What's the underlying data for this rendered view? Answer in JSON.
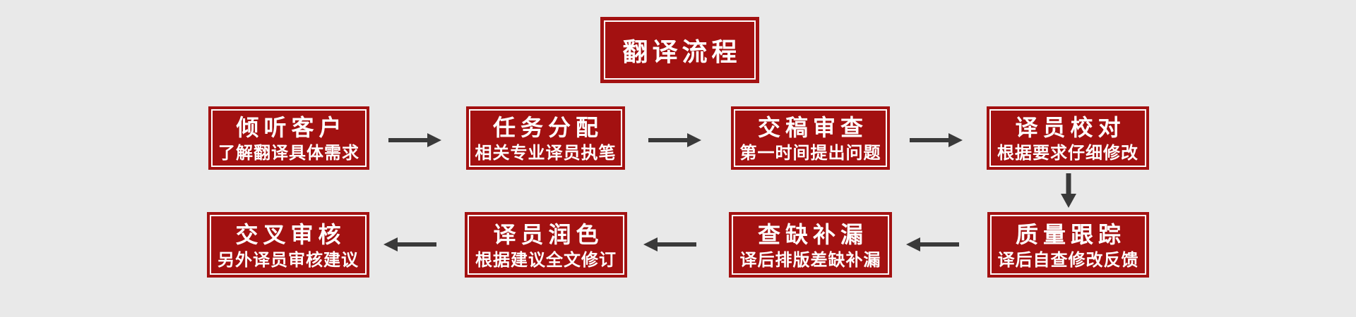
{
  "title": "翻译流程",
  "colors": {
    "box_red": "#a31111",
    "background": "#e9e9e9",
    "arrow": "#3a3a3a",
    "text": "#ffffff"
  },
  "flow": {
    "row1": [
      {
        "main": "倾听客户",
        "sub": "了解翻译具体需求"
      },
      {
        "main": "任务分配",
        "sub": "相关专业译员执笔"
      },
      {
        "main": "交稿审查",
        "sub": "第一时间提出问题"
      },
      {
        "main": "译员校对",
        "sub": "根据要求仔细修改"
      }
    ],
    "row2": [
      {
        "main": "交叉审核",
        "sub": "另外译员审核建议"
      },
      {
        "main": "译员润色",
        "sub": "根据建议全文修订"
      },
      {
        "main": "查缺补漏",
        "sub": "译后排版差缺补漏"
      },
      {
        "main": "质量跟踪",
        "sub": "译后自查修改反馈"
      }
    ]
  }
}
